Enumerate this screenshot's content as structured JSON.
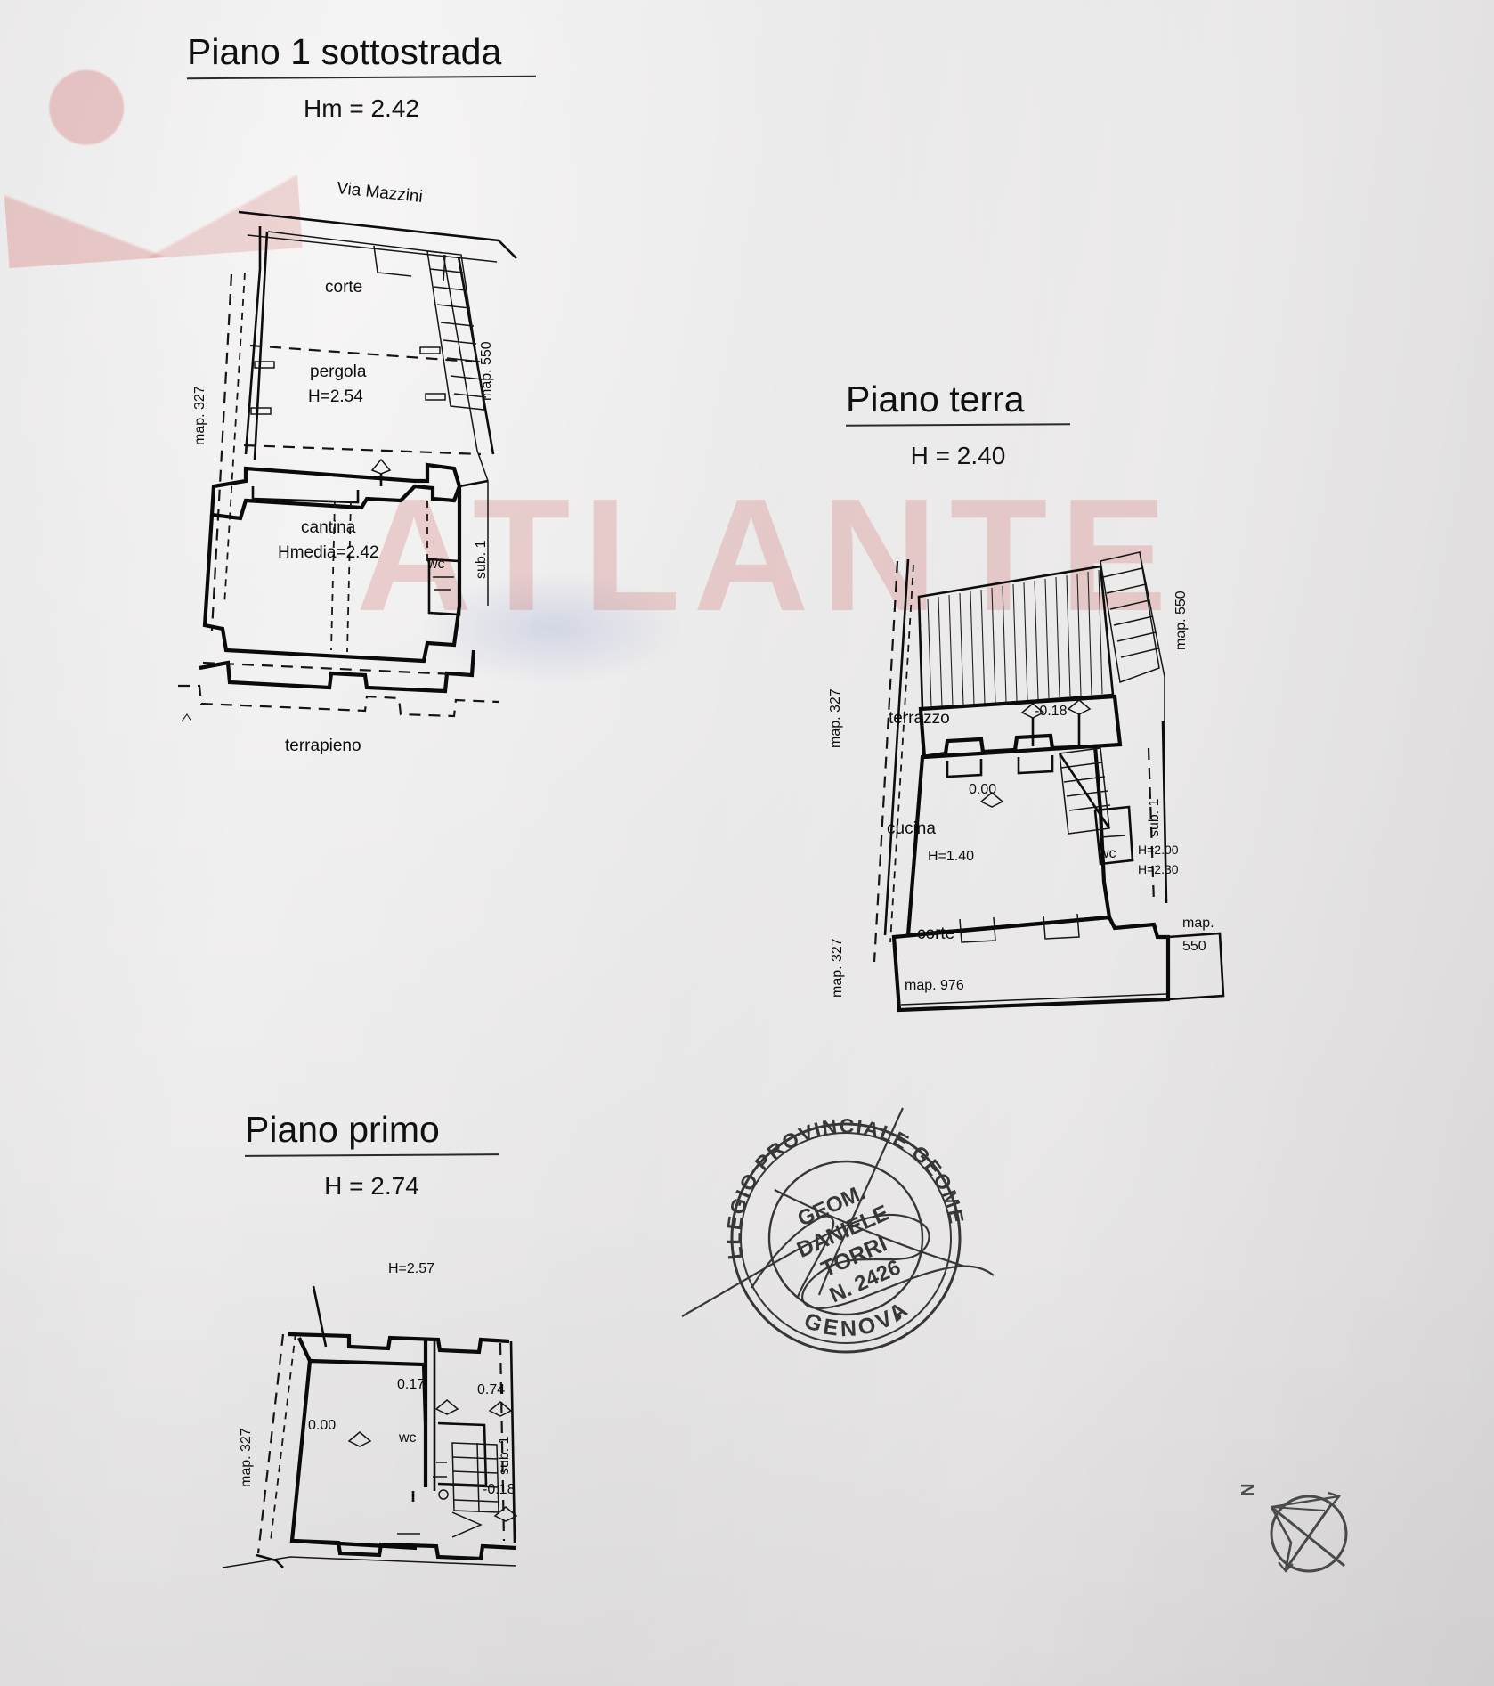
{
  "document": {
    "type": "planimetria-catastale",
    "watermark": "ATLANTE"
  },
  "sections": [
    {
      "id": "piano-1-sottostrada",
      "title": "Piano 1 sottostrada",
      "subtitle": "Hm = 2.42",
      "rooms": [
        {
          "name": "corte"
        },
        {
          "name": "pergola",
          "height": "H=2.54"
        },
        {
          "name": "cantina",
          "height": "Hmedia=2.42"
        },
        {
          "name": "wc"
        },
        {
          "name": "terrapieno"
        }
      ],
      "annotations": [
        {
          "text": "Via Mazzini"
        },
        {
          "text": "map. 327"
        },
        {
          "text": "map. 550"
        },
        {
          "text": "sub. 1"
        }
      ]
    },
    {
      "id": "piano-terra",
      "title": "Piano terra",
      "subtitle": "H = 2.40",
      "rooms": [
        {
          "name": "terrazzo",
          "level": "-0.18"
        },
        {
          "name": "cucina",
          "level": "0.00",
          "height": "H=1.40"
        },
        {
          "name": "wc",
          "height_a": "H=2.00",
          "height_b": "H=2.30"
        },
        {
          "name": "corte"
        }
      ],
      "annotations": [
        {
          "text": "map. 327"
        },
        {
          "text": "map. 550"
        },
        {
          "text": "map."
        },
        {
          "text": "550"
        },
        {
          "text": "map. 976"
        },
        {
          "text": "sub. 1"
        }
      ]
    },
    {
      "id": "piano-primo",
      "title": "Piano primo",
      "subtitle": "H = 2.74",
      "rooms": [
        {
          "name": "wc"
        }
      ],
      "annotations": [
        {
          "text": "H=2.57"
        },
        {
          "text": "0.17"
        },
        {
          "text": "0.74"
        },
        {
          "text": "0.00"
        },
        {
          "text": "-0.18"
        },
        {
          "text": "map. 327"
        },
        {
          "text": "sub. 1"
        }
      ]
    }
  ],
  "stamp": {
    "outer_text": "COLLEGIO PROVINCIALE GEOMETRI",
    "outer_text_bottom": "GENOVA",
    "line1": "GEOM.",
    "line2": "DANIELE",
    "line3": "TORRI",
    "line4": "N. 2426"
  },
  "compass": {
    "label": "N"
  },
  "p1": {
    "via": "Via Mazzini",
    "corte": "corte",
    "pergola": "pergola",
    "pergola_h": "H=2.54",
    "cantina": "cantina",
    "cantina_h": "Hmedia=2.42",
    "wc": "wc",
    "terrapieno": "terrapieno",
    "map327": "map. 327",
    "map550": "map. 550",
    "sub1": "sub. 1"
  },
  "pt": {
    "terrazzo": "terrazzo",
    "terrazzo_lv": "-0.18",
    "cucina": "cucina",
    "cucina_lv": "0.00",
    "cucina_h": "H=1.40",
    "wc": "wc",
    "wc_h1": "H=2.00",
    "wc_h2": "H=2.30",
    "corte": "corte",
    "map327a": "map. 327",
    "map327b": "map. 327",
    "map550": "map. 550",
    "map_word": "map.",
    "map_num": "550",
    "map976": "map. 976",
    "sub1": "sub. 1"
  },
  "pp": {
    "h257": "H=2.57",
    "lv017": "0.17",
    "lv074": "0.74",
    "lv000": "0.00",
    "lv018": "-0.18",
    "wc": "wc",
    "map327": "map. 327",
    "sub1": "sub. 1"
  }
}
